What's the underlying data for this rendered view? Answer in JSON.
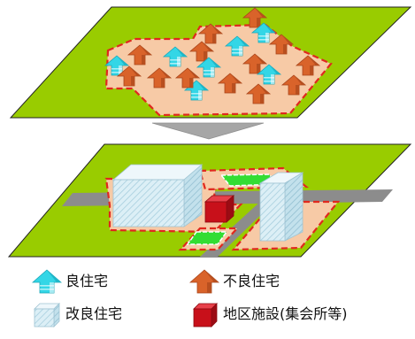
{
  "colors": {
    "land": "#99cc00",
    "land_edge": "#222222",
    "district_fill": "#f7caa6",
    "district_border": "#e0281e",
    "road": "#8c8c8c",
    "good_house": "#33d6e6",
    "bad_house": "#d9632a",
    "improved_housing": "#d2e9f2",
    "facility": "#c8101a",
    "green_space": "#33dd33",
    "arrow": "#a6a6a6"
  },
  "legend": {
    "good_house": {
      "icon": "cyan-house-icon",
      "label": "良住宅"
    },
    "bad_house": {
      "icon": "orange-house-icon",
      "label": "不良住宅"
    },
    "improved_housing": {
      "icon": "light-blue-block-icon",
      "label": "改良住宅"
    },
    "facility": {
      "icon": "red-block-icon",
      "label": "地区施設(集会所等)"
    }
  }
}
